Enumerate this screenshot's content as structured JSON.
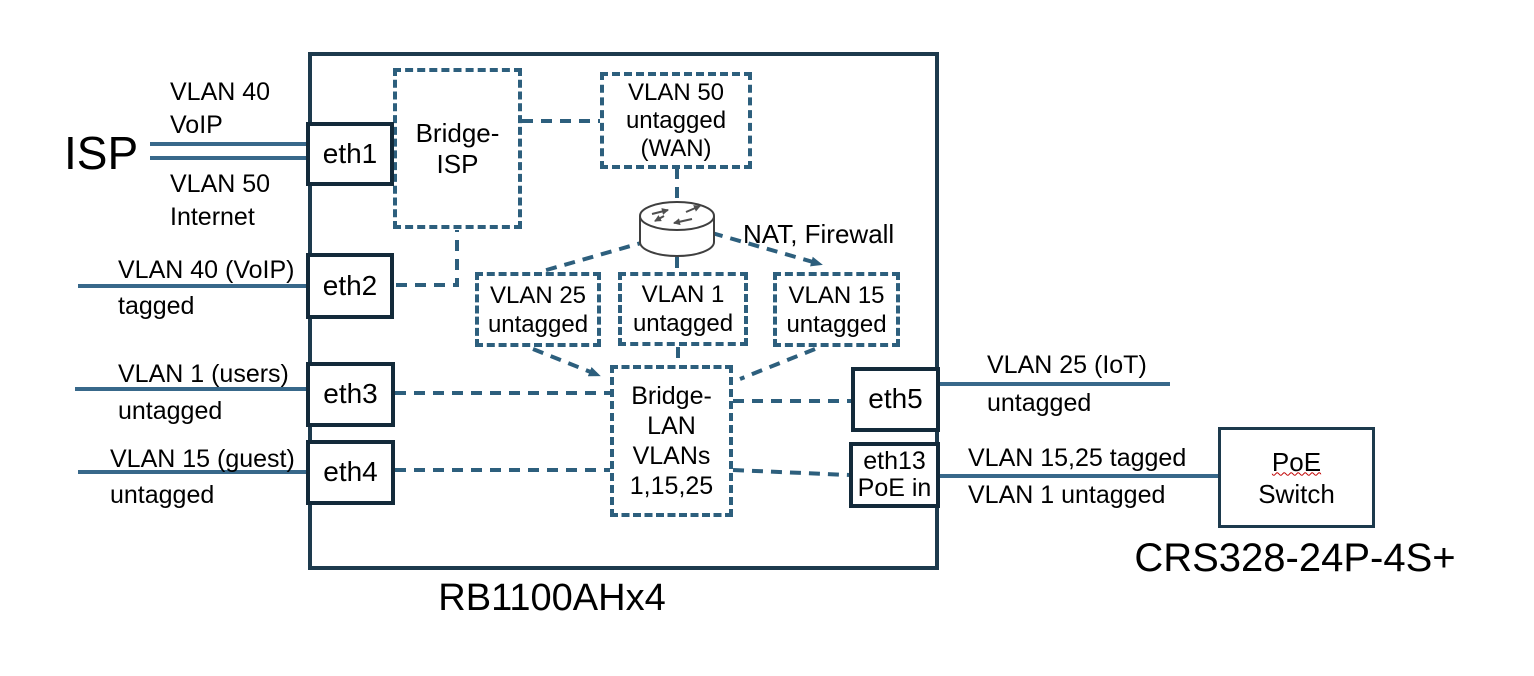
{
  "labels": {
    "isp": "ISP",
    "voip1": "VLAN 40",
    "voip2": "VoIP",
    "internet1": "VLAN 50",
    "internet2": "Internet",
    "eth2a": "VLAN 40 (VoIP)",
    "eth2b": "tagged",
    "eth3a": "VLAN 1 (users)",
    "eth3b": "untagged",
    "eth4a": "VLAN 15 (guest)",
    "eth4b": "untagged",
    "eth5a": "VLAN 25 (IoT)",
    "eth5b": "untagged",
    "eth13a": "VLAN 15,25 tagged",
    "eth13b": "VLAN 1 untagged",
    "nat": "NAT, Firewall",
    "router_model": "RB1100AHx4",
    "switch_model": "CRS328-24P-4S+"
  },
  "ports": {
    "eth1": "eth1",
    "eth2": "eth2",
    "eth3": "eth3",
    "eth4": "eth4",
    "eth5": "eth5",
    "eth13a": "eth13",
    "eth13b": "PoE in"
  },
  "boxes": {
    "bridge_isp1": "Bridge-",
    "bridge_isp2": "ISP",
    "wan1": "VLAN 50",
    "wan2": "untagged",
    "wan3": "(WAN)",
    "vlan25a": "VLAN 25",
    "vlan25b": "untagged",
    "vlan1a": "VLAN 1",
    "vlan1b": "untagged",
    "vlan15a": "VLAN 15",
    "vlan15b": "untagged",
    "lan1": "Bridge-",
    "lan2": "LAN",
    "lan3": "VLANs",
    "lan4": "1,15,25",
    "poe1": "PoE",
    "poe2": "Switch"
  },
  "colors": {
    "line": "#38688a",
    "dash": "#2d5f7d",
    "port_border": "#132a3a",
    "box_border": "#1d3a4d",
    "text": "#000000",
    "squiggle": "#c00000"
  }
}
